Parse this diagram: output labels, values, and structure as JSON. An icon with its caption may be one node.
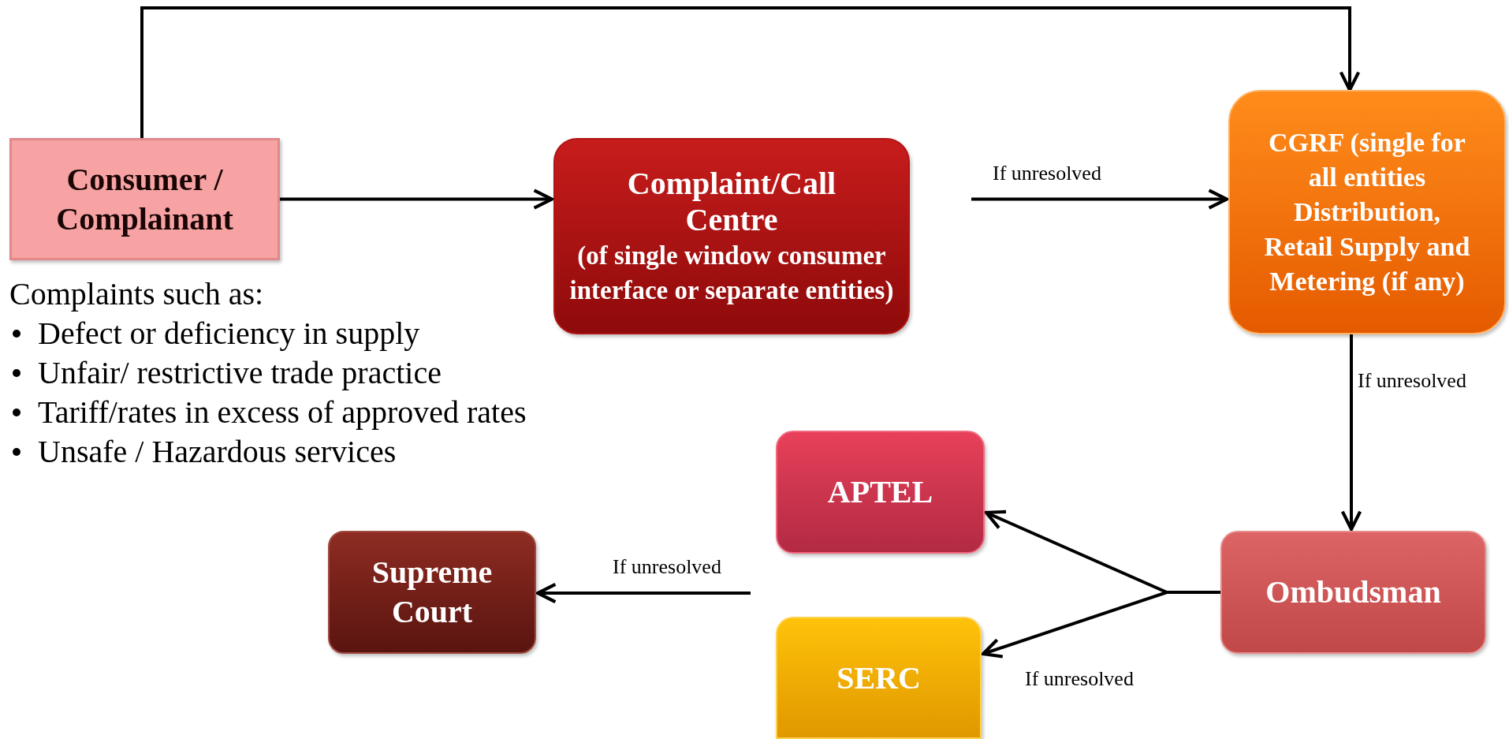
{
  "diagram": {
    "nodes": [
      {
        "text": [
          "Consumer / Complainant"
        ]
      },
      {
        "text": [
          "Complaint/Call Centre",
          "(of single window consumer interface or separate entities)"
        ]
      },
      {
        "text": [
          "CGRF (single for all entities Distribution, Retail Supply and Metering (if any)"
        ]
      },
      {
        "text": [
          "APTEL"
        ]
      },
      {
        "text": [
          "Supreme Court"
        ]
      },
      {
        "text": [
          "Ombudsman"
        ]
      },
      {
        "text": [
          "SERC"
        ]
      }
    ],
    "edges": [
      {
        "from": 0,
        "to": 1,
        "arrow": "to"
      },
      {
        "from": 0,
        "to": 2,
        "arrow": "to"
      },
      {
        "from": 1,
        "to": 2,
        "arrow": "to",
        "label": "If unresolved"
      },
      {
        "from": 2,
        "to": 5,
        "arrow": "to",
        "label": "If unresolved"
      },
      {
        "from": 5,
        "to": 3,
        "arrow": "to"
      },
      {
        "from": 5,
        "to": 6,
        "arrow": "to",
        "label": "If unresolved"
      },
      {
        "from": null,
        "to": 4,
        "arrow": "to",
        "label": "If unresolved"
      }
    ],
    "labels": [
      "Complaints such as:",
      "Defect or deficiency in supply",
      "Unfair/ restrictive trade practice",
      "Tariff/rates in excess of approved rates",
      "Unsafe / Hazardous services"
    ]
  }
}
